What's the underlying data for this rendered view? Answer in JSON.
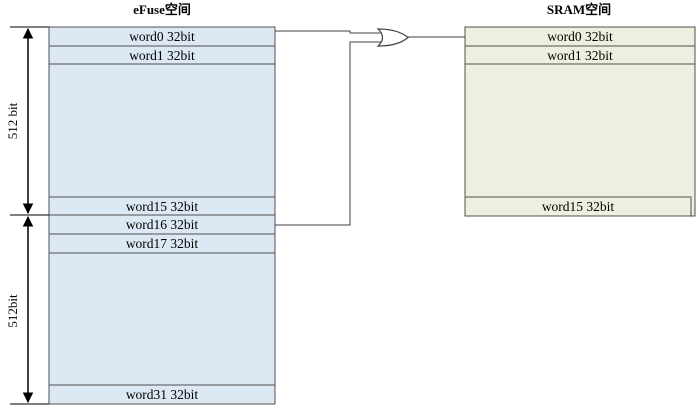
{
  "efuse": {
    "title": "eFuse空间",
    "rows": [
      "word0 32bit",
      "word1 32bit",
      "word15 32bit",
      "word16 32bit",
      "word17 32bit",
      "word31 32bit"
    ],
    "fill": "#dce8f4"
  },
  "sram": {
    "title": "SRAM空间",
    "rows": [
      "word0 32bit",
      "word1 32bit",
      "word15 32bit"
    ],
    "fill": "#ebf1de"
  },
  "dimensions": {
    "upper_label": "512 bit",
    "lower_label": "512bit"
  },
  "colors": {
    "line": "#404040",
    "border": "#505050"
  }
}
